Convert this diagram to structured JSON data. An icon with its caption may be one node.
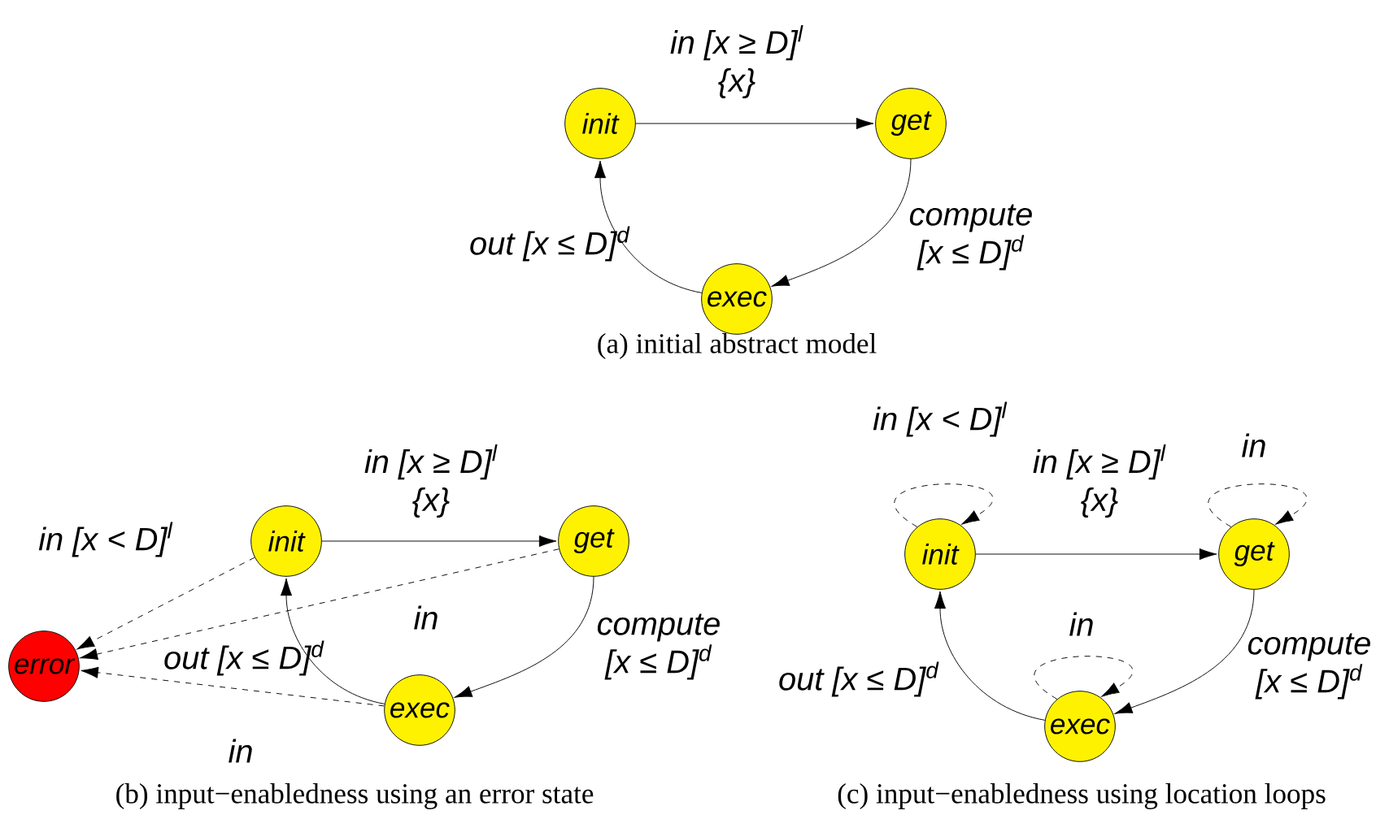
{
  "diagram": {
    "nodes": [
      {
        "text": [
          "init"
        ]
      },
      {
        "text": [
          "get"
        ]
      },
      {
        "text": [
          "exec"
        ]
      },
      {
        "text": [
          "error"
        ]
      },
      {
        "text": [
          "init"
        ]
      },
      {
        "text": [
          "get"
        ]
      },
      {
        "text": [
          "exec"
        ]
      },
      {
        "text": [
          "init"
        ]
      },
      {
        "text": [
          "get"
        ]
      },
      {
        "text": [
          "exec"
        ]
      }
    ],
    "edges": [
      {
        "from": 0,
        "to": 1,
        "arrow": "to",
        "label": "in [x ≥ D]$^{l}$ {x}"
      },
      {
        "from": 1,
        "to": 2,
        "arrow": "to",
        "label": "compute [x ≤ D]$^{d}$"
      },
      {
        "from": 2,
        "to": 0,
        "arrow": "to",
        "label": "out [x ≤ D]$^{d}$"
      },
      {
        "from": 4,
        "to": 5,
        "arrow": "to",
        "label": "in [x ≥ D]$^{l}$ {x}"
      },
      {
        "from": 5,
        "to": 6,
        "arrow": "to",
        "label": "compute [x ≤ D]$^{d}$"
      },
      {
        "from": 6,
        "to": 4,
        "arrow": "to",
        "label": "out [x ≤ D]$^{d}$"
      },
      {
        "from": 4,
        "to": 3,
        "arrow": "to",
        "label": "in [x < D]$^{l}$",
        "style": "dashed"
      },
      {
        "from": 5,
        "to": 3,
        "arrow": "to",
        "label": "in",
        "style": "dashed"
      },
      {
        "from": 6,
        "to": 3,
        "arrow": "to",
        "label": "in",
        "style": "dashed"
      },
      {
        "from": 7,
        "to": 8,
        "arrow": "to",
        "label": "in [x ≥ D]$^{l}$ {x}"
      },
      {
        "from": 8,
        "to": 9,
        "arrow": "to",
        "label": "compute [x ≤ D]$^{d}$"
      },
      {
        "from": 9,
        "to": 7,
        "arrow": "to",
        "label": "out [x ≤ D]$^{d}$"
      },
      {
        "from": 7,
        "to": 7,
        "arrow": "to",
        "label": "in [x < D]$^{l}$",
        "style": "dashed"
      },
      {
        "from": 8,
        "to": 8,
        "arrow": "to",
        "label": "in",
        "style": "dashed"
      },
      {
        "from": 9,
        "to": 9,
        "arrow": "to",
        "label": "in",
        "style": "dashed"
      }
    ],
    "labels": [
      "(a) initial abstract model",
      "(b) input−enabledness using an error state",
      "(c) input−enabledness using location loops"
    ]
  }
}
